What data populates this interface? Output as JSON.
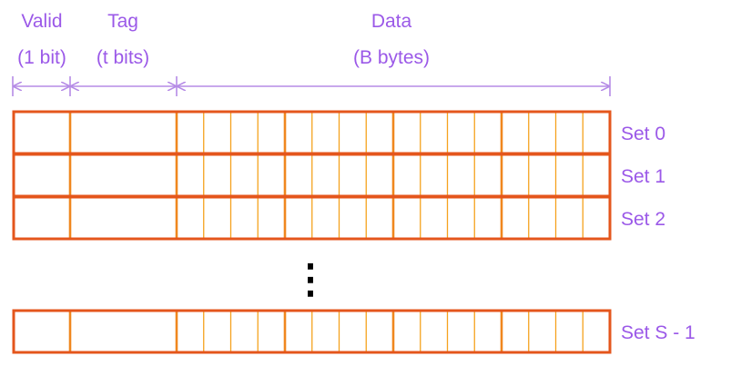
{
  "header": {
    "valid": {
      "title": "Valid",
      "size": "(1 bit)"
    },
    "tag": {
      "title": "Tag",
      "size": "(t bits)"
    },
    "data": {
      "title": "Data",
      "size": "(B bytes)"
    }
  },
  "sets": [
    {
      "label": "Set 0"
    },
    {
      "label": "Set 1"
    },
    {
      "label": "Set 2"
    },
    {
      "label": "Set S - 1"
    }
  ],
  "ellipsis": "⋮",
  "structure": {
    "data_byte_columns": 16,
    "byte_group_size": 4
  },
  "colors": {
    "label_text": "#9b59e8",
    "dimension_arrows": "#b58be6",
    "row_border": "#e4561c",
    "column_divider": "#f0871e",
    "byte_divider": "#f5a21e"
  }
}
